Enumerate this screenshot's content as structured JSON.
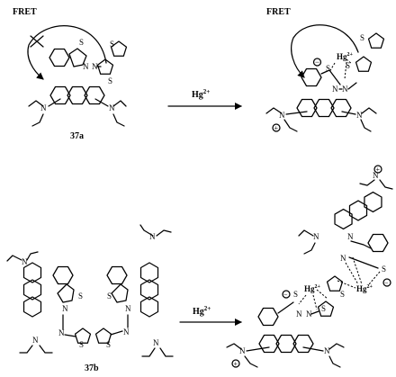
{
  "scheme": {
    "fret_label": "FRET",
    "compound_a": "37a",
    "compound_b": "37b",
    "reagent_top": "Hg",
    "reagent_bottom": "Hg",
    "charge_2plus": "2+",
    "atom_S": "S",
    "atom_N": "N",
    "atom_Hg": "Hg",
    "imine_N": "N",
    "ethyl_N": "N",
    "minus_sign": "−",
    "plus_sign": "+"
  }
}
